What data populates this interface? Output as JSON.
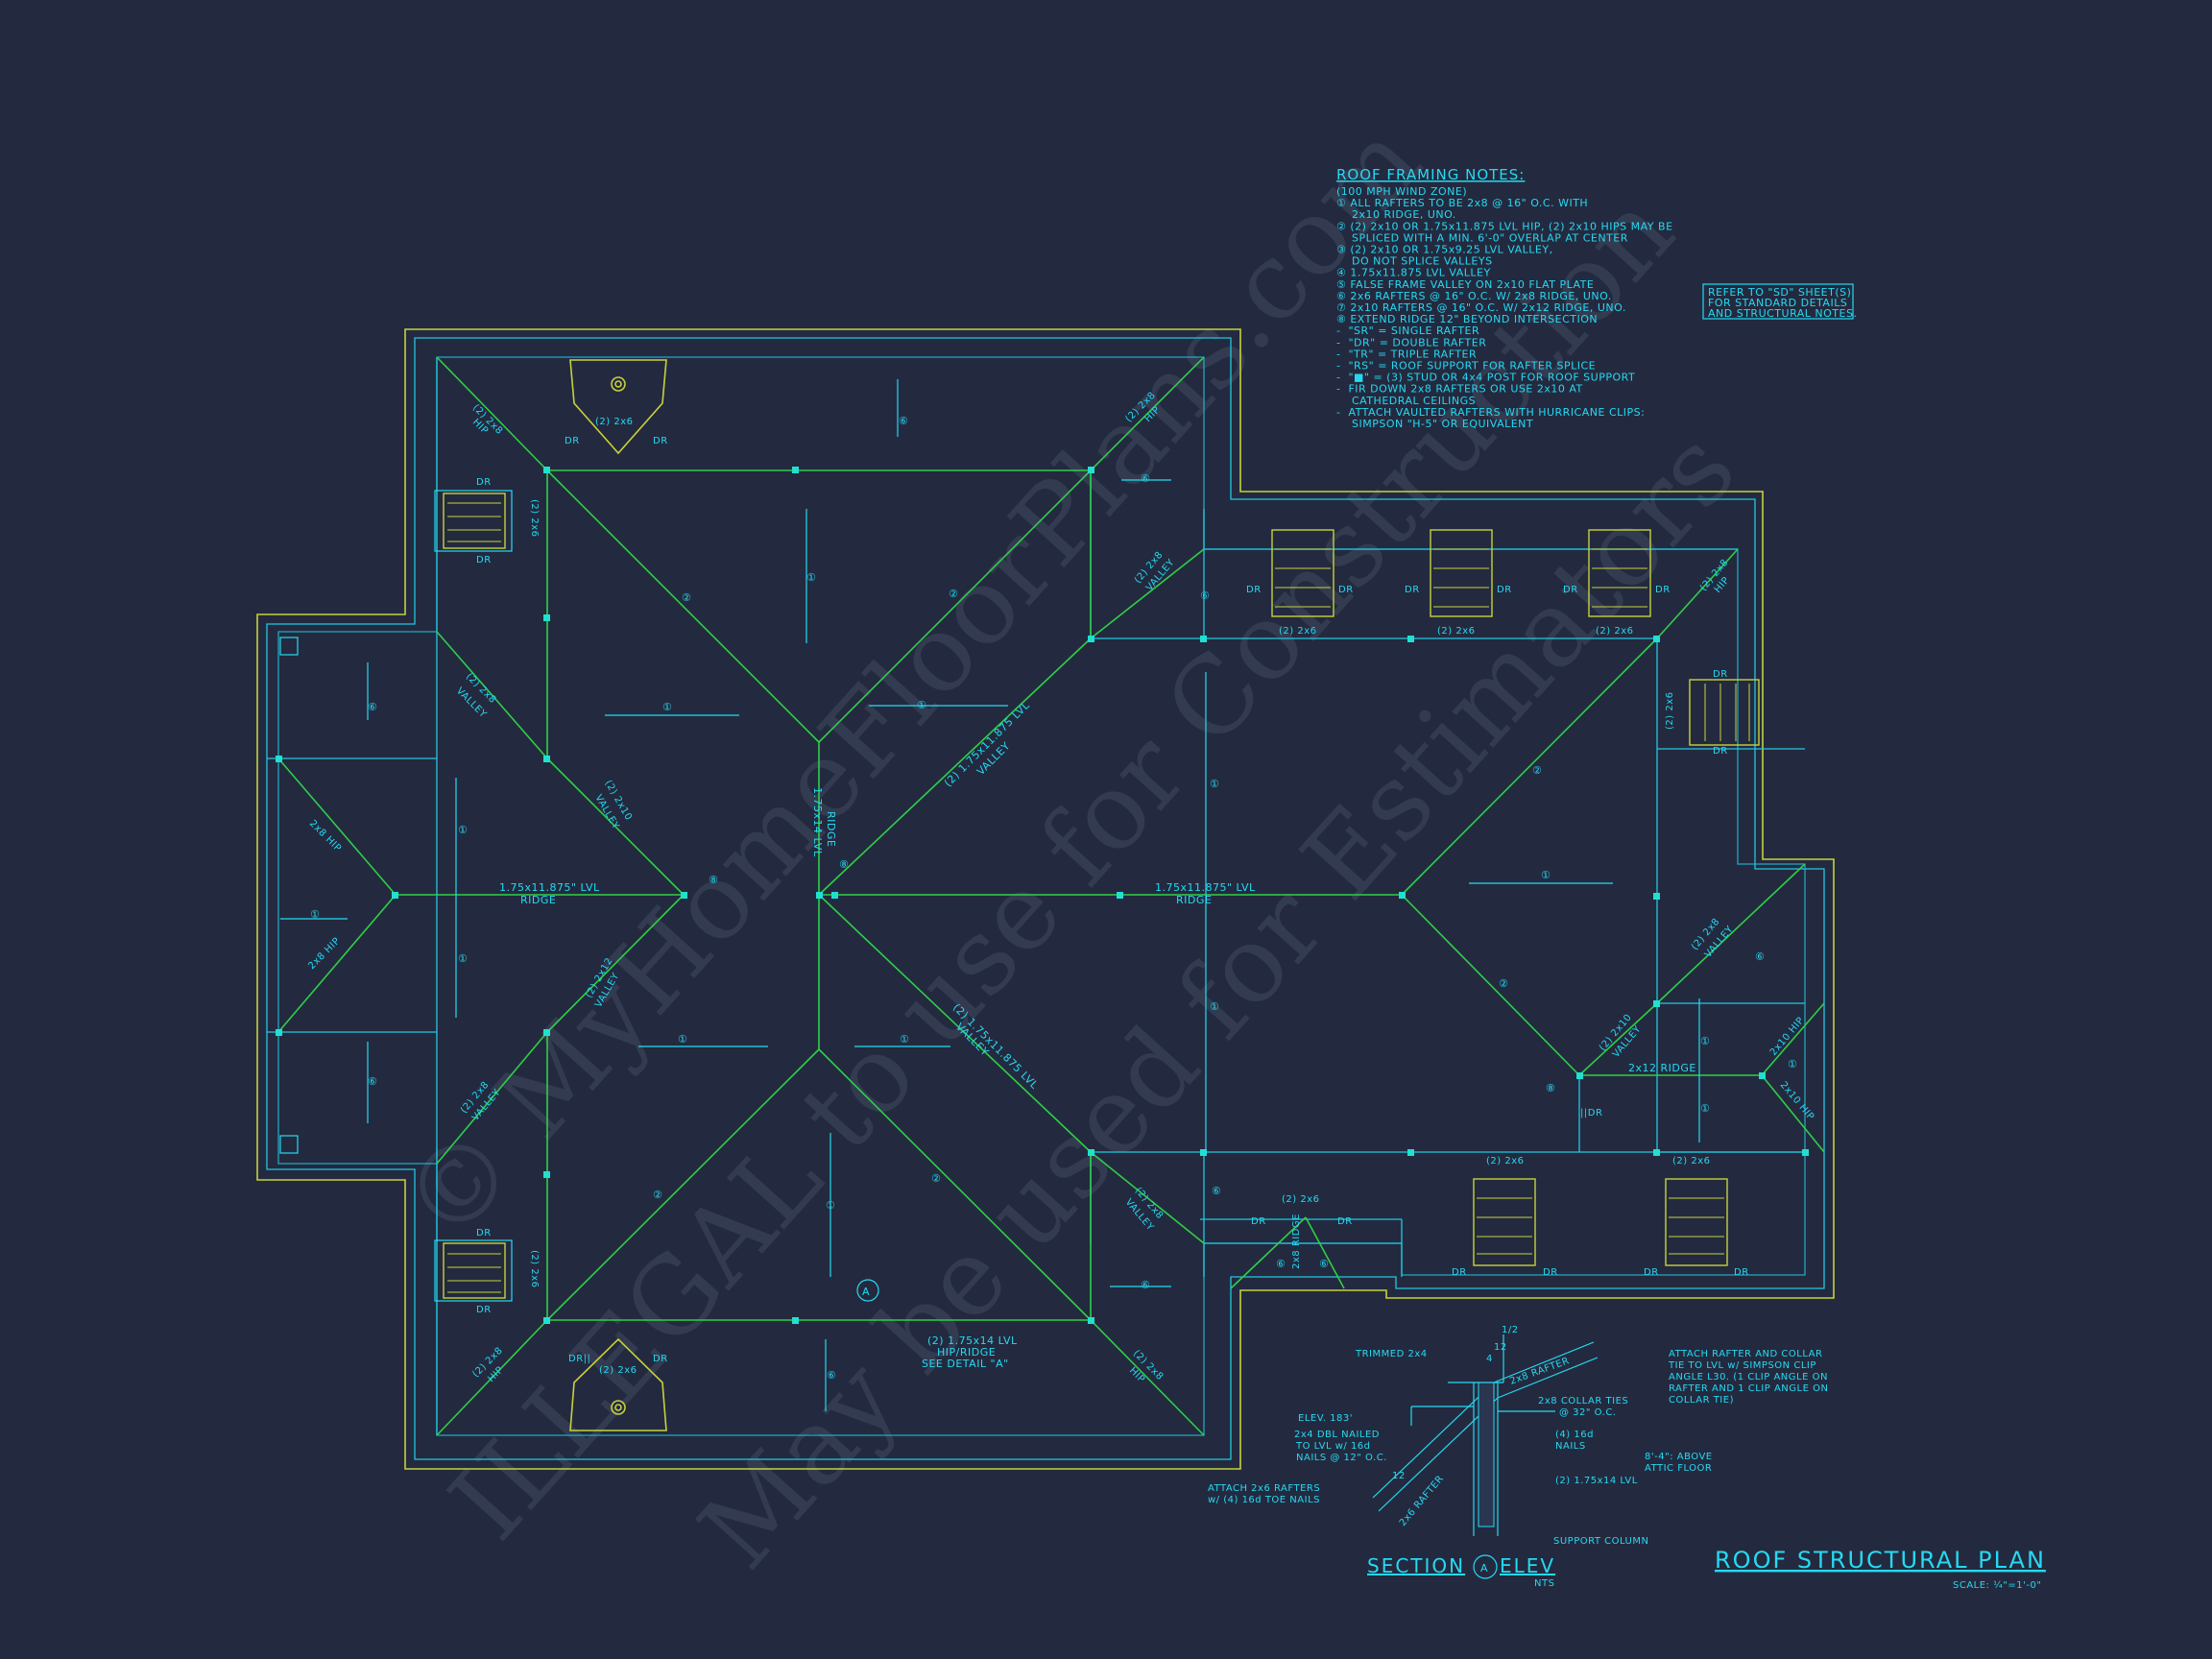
{
  "notes": {
    "title": "ROOF FRAMING NOTES:",
    "lines": [
      "(100 MPH WIND ZONE)",
      "① ALL RAFTERS TO BE 2x8 @ 16\" O.C. WITH",
      "    2x10 RIDGE, UNO.",
      "② (2) 2x10 OR 1.75x11.875 LVL HIP, (2) 2x10 HIPS MAY BE",
      "    SPLICED WITH A MIN. 6'-0\" OVERLAP AT CENTER",
      "③ (2) 2x10 OR 1.75x9.25 LVL VALLEY,",
      "    DO NOT SPLICE VALLEYS",
      "④ 1.75x11.875 LVL VALLEY",
      "⑤ FALSE FRAME VALLEY ON 2x10 FLAT PLATE",
      "⑥ 2x6 RAFTERS @ 16\" O.C. W/ 2x8 RIDGE, UNO.",
      "⑦ 2x10 RAFTERS @ 16\" O.C. W/ 2x12 RIDGE, UNO.",
      "⑧ EXTEND RIDGE 12\" BEYOND INTERSECTION",
      "-  \"SR\" = SINGLE RAFTER",
      "-  \"DR\" = DOUBLE RAFTER",
      "-  \"TR\" = TRIPLE RAFTER",
      "-  \"RS\" = ROOF SUPPORT FOR RAFTER SPLICE",
      "-  \"■\" = (3) STUD OR 4x4 POST FOR ROOF SUPPORT",
      "-  FIR DOWN 2x8 RAFTERS OR USE 2x10 AT",
      "    CATHEDRAL CEILINGS",
      "-  ATTACH VAULTED RAFTERS WITH HURRICANE CLIPS:",
      "    SIMPSON \"H-5\" OR EQUIVALENT"
    ],
    "refer_box": [
      "REFER TO \"SD\" SHEET(S)",
      "FOR STANDARD DETAILS",
      "AND STRUCTURAL NOTES."
    ]
  },
  "plan": {
    "title": "ROOF STRUCTURAL PLAN",
    "scale": "SCALE: ¼\"=1'-0\"",
    "labels": {
      "ridge_lvl": "1.75x11.875\" LVL",
      "ridge": "RIDGE",
      "valley_lvl": "(2) 1.75x11.875 LVL",
      "valley": "VALLEY",
      "hip_2x8": "(2) 2x8",
      "hip": "HIP",
      "two_x8_hip": "2x8 HIP",
      "two_x10": "(2) 2x10",
      "two_x12": "(2) 2x12",
      "two_x6": "(2) 2x6",
      "dr": "DR",
      "ridge_2x12": "2x12 RIDGE",
      "ridge_2x8": "2x8 RIDGE",
      "hip_2x10": "2x10 HIP",
      "lvl_ridge_v": "1.75x14 LVL",
      "ridge_v": "RIDGE",
      "detail_a_1": "(2) 1.75x14 LVL",
      "detail_a_2": "HIP/RIDGE",
      "detail_a_3": "SEE DETAIL \"A\"",
      "drii": "DR||",
      "iidr": "||DR",
      "a": "A"
    },
    "circles": [
      "①",
      "②",
      "⑥",
      "⑧"
    ]
  },
  "section": {
    "title_left": "SECTION",
    "title_circle": "A",
    "title_right": "ELEV",
    "nts": "NTS",
    "labels": {
      "trimmed": "TRIMMED 2x4",
      "rafter": "2x8 RAFTER",
      "elev": "ELEV. 183'",
      "dbl_1": "2x4 DBL NAILED",
      "dbl_2": "TO LVL w/ 16d",
      "dbl_3": "NAILS @ 12\" O.C.",
      "collar_1": "2x8 COLLAR TIES",
      "collar_2": "@ 32\" O.C.",
      "nails_1": "(4) 16d",
      "nails_2": "NAILS",
      "lvl": "(2) 1.75x14 LVL",
      "attic_1": "8'-4\": ABOVE",
      "attic_2": "ATTIC FLOOR",
      "attach_top_1": "ATTACH RAFTER AND COLLAR",
      "attach_top_2": "TIE TO LVL w/ SIMPSON CLIP",
      "attach_top_3": "ANGLE L30. (1 CLIP ANGLE ON",
      "attach_top_4": "RAFTER AND 1 CLIP ANGLE ON",
      "attach_top_5": "COLLAR TIE)",
      "attach_bot_1": "ATTACH 2x6 RAFTERS",
      "attach_bot_2": "w/ (4) 16d TOE NAILS",
      "rafter_bot": "2x6 RAFTER",
      "support": "SUPPORT COLUMN",
      "twelve_a": "12",
      "four_a": "4",
      "twelve_b": "12",
      "one_a": "1/2"
    }
  },
  "watermark": {
    "line1": "© MyHomeFloorPlans.com",
    "line2": "ILLEGAL to use for Construction",
    "line3": "May be used for Estimators"
  },
  "colors": {
    "background": "#232a3f",
    "outline": "#c7d13c",
    "wall": "#22c6e0",
    "framing": "#2fcf47",
    "text": "#26d9f2"
  }
}
